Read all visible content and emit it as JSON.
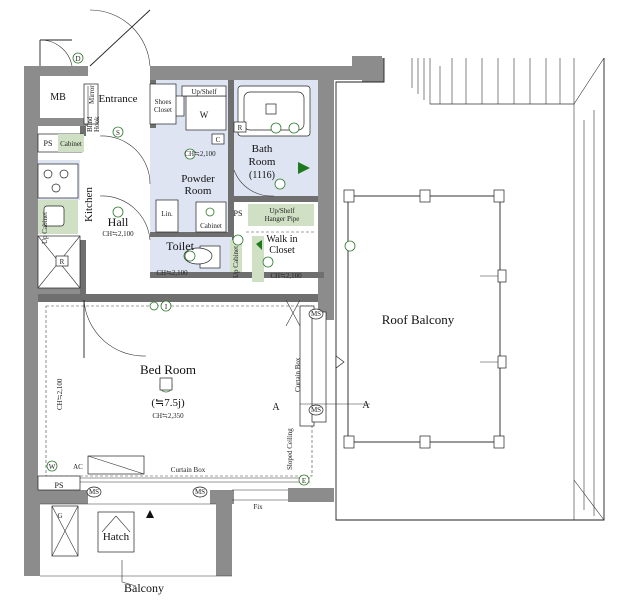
{
  "rooms": {
    "mb": "MB",
    "entrance": "Entrance",
    "mirror": "Mirror",
    "shoes_closet_1": "Shoes",
    "shoes_closet_2": "Closet",
    "blind_hook_1": "Blind",
    "blind_hook_2": "Hook",
    "ps_top": "PS",
    "cabinet": "Cabinet",
    "kitchen": "Kitchen",
    "hall": "Hall",
    "hall_ch": "CH≒2,100",
    "up_shelf_top": "Up/Shelf",
    "w": "W",
    "bath_room_1": "Bath",
    "bath_room_2": "Room",
    "bath_size": "(1116)",
    "powder_ch": "CH≒2,100",
    "powder_room_1": "Powder",
    "powder_room_2": "Room",
    "lin": "Lin.",
    "cabinet_2": "Cabinet",
    "ps_mid": "PS",
    "up_shelf_2": "Up/Shelf",
    "hanger_pipe": "Hanger Pipe",
    "walk_in_1": "Walk in",
    "walk_in_2": "Closet",
    "walk_ch": "CH≒2,100",
    "toilet": "Toilet",
    "toilet_ch": "CH≒2,100",
    "up_cabinet": "Up Cabinet",
    "up_cabinet_2": "Up Cabinet",
    "bed_room": "Bed Room",
    "bed_size": "(≒7.5j)",
    "bed_ch": "CH≒2,350",
    "bed_ch_side": "CH≒2,100",
    "curtain_box_side": "Curtain Box",
    "curtain_box_bottom": "Curtain Box",
    "sloped_ceiling": "Sloped Ceiling",
    "roof_balcony": "Roof Balcony",
    "ps_bottom": "PS",
    "ms": "MS",
    "fix": "Fix",
    "hatch": "Hatch",
    "balcony": "Balcony",
    "section_a": "A",
    "sym_d": "D",
    "sym_s": "S",
    "sym_r": "R",
    "sym_c": "C",
    "sym_i": "I",
    "sym_w": "W",
    "sym_ac": "AC",
    "sym_g": "G",
    "sym_e": "E"
  }
}
